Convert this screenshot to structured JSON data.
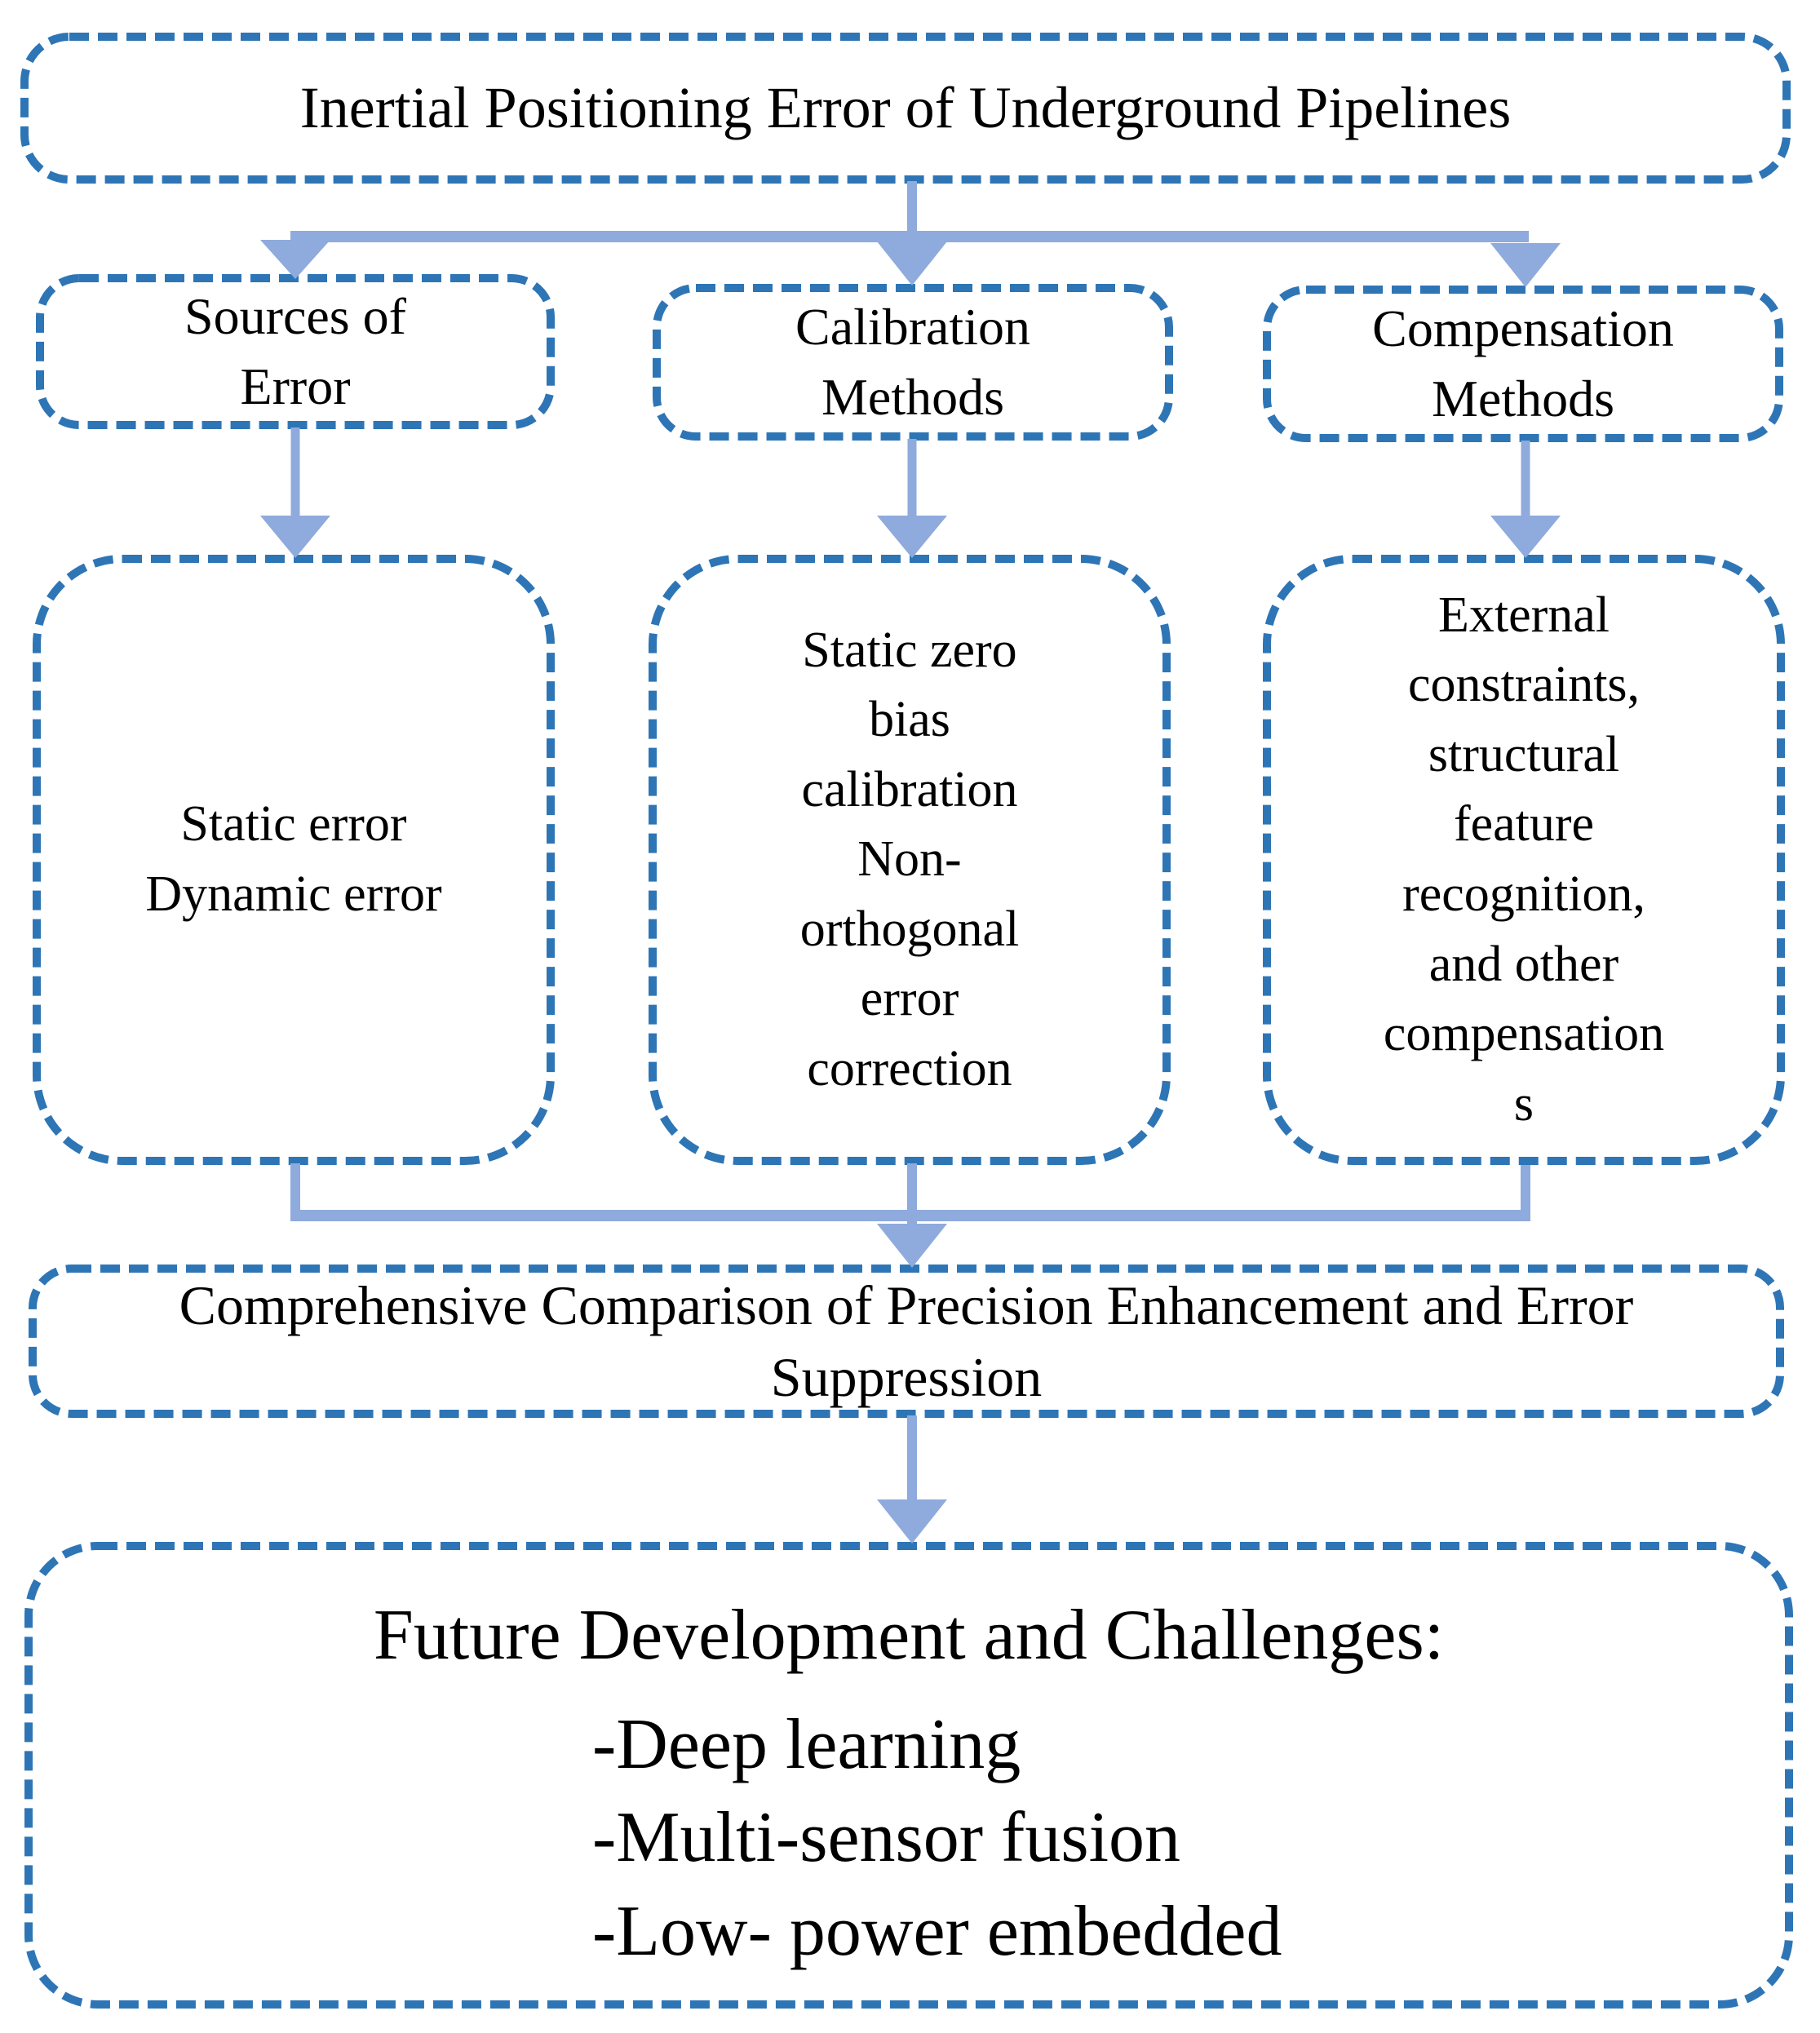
{
  "diagram_title": "Inertial Positioning Error of Underground Pipelines flowchart",
  "colors": {
    "box_border": "#2E75B6",
    "arrow": "#8FAADC",
    "text": "#000000",
    "background": "#FFFFFF"
  },
  "top_box": {
    "text": "Inertial Positioning Error of Underground Pipelines"
  },
  "branches": [
    {
      "id": "sources-of-error",
      "title": "Sources of\nError",
      "detail": "Static error\nDynamic error"
    },
    {
      "id": "calibration-methods",
      "title": "Calibration\nMethods",
      "detail": "Static zero\nbias\ncalibration\nNon-\northogonal\nerror\ncorrection"
    },
    {
      "id": "compensation-methods",
      "title": "Compensation\nMethods",
      "detail": "External\nconstraints,\nstructural\nfeature\nrecognition,\nand other\ncompensation\ns"
    }
  ],
  "comparison_box": {
    "text": "Comprehensive Comparison of Precision Enhancement and Error\nSuppression"
  },
  "future_box": {
    "heading": "Future Development and Challenges:",
    "items": [
      "-Deep learning",
      "-Multi-sensor fusion",
      "-Low- power embedded"
    ]
  }
}
